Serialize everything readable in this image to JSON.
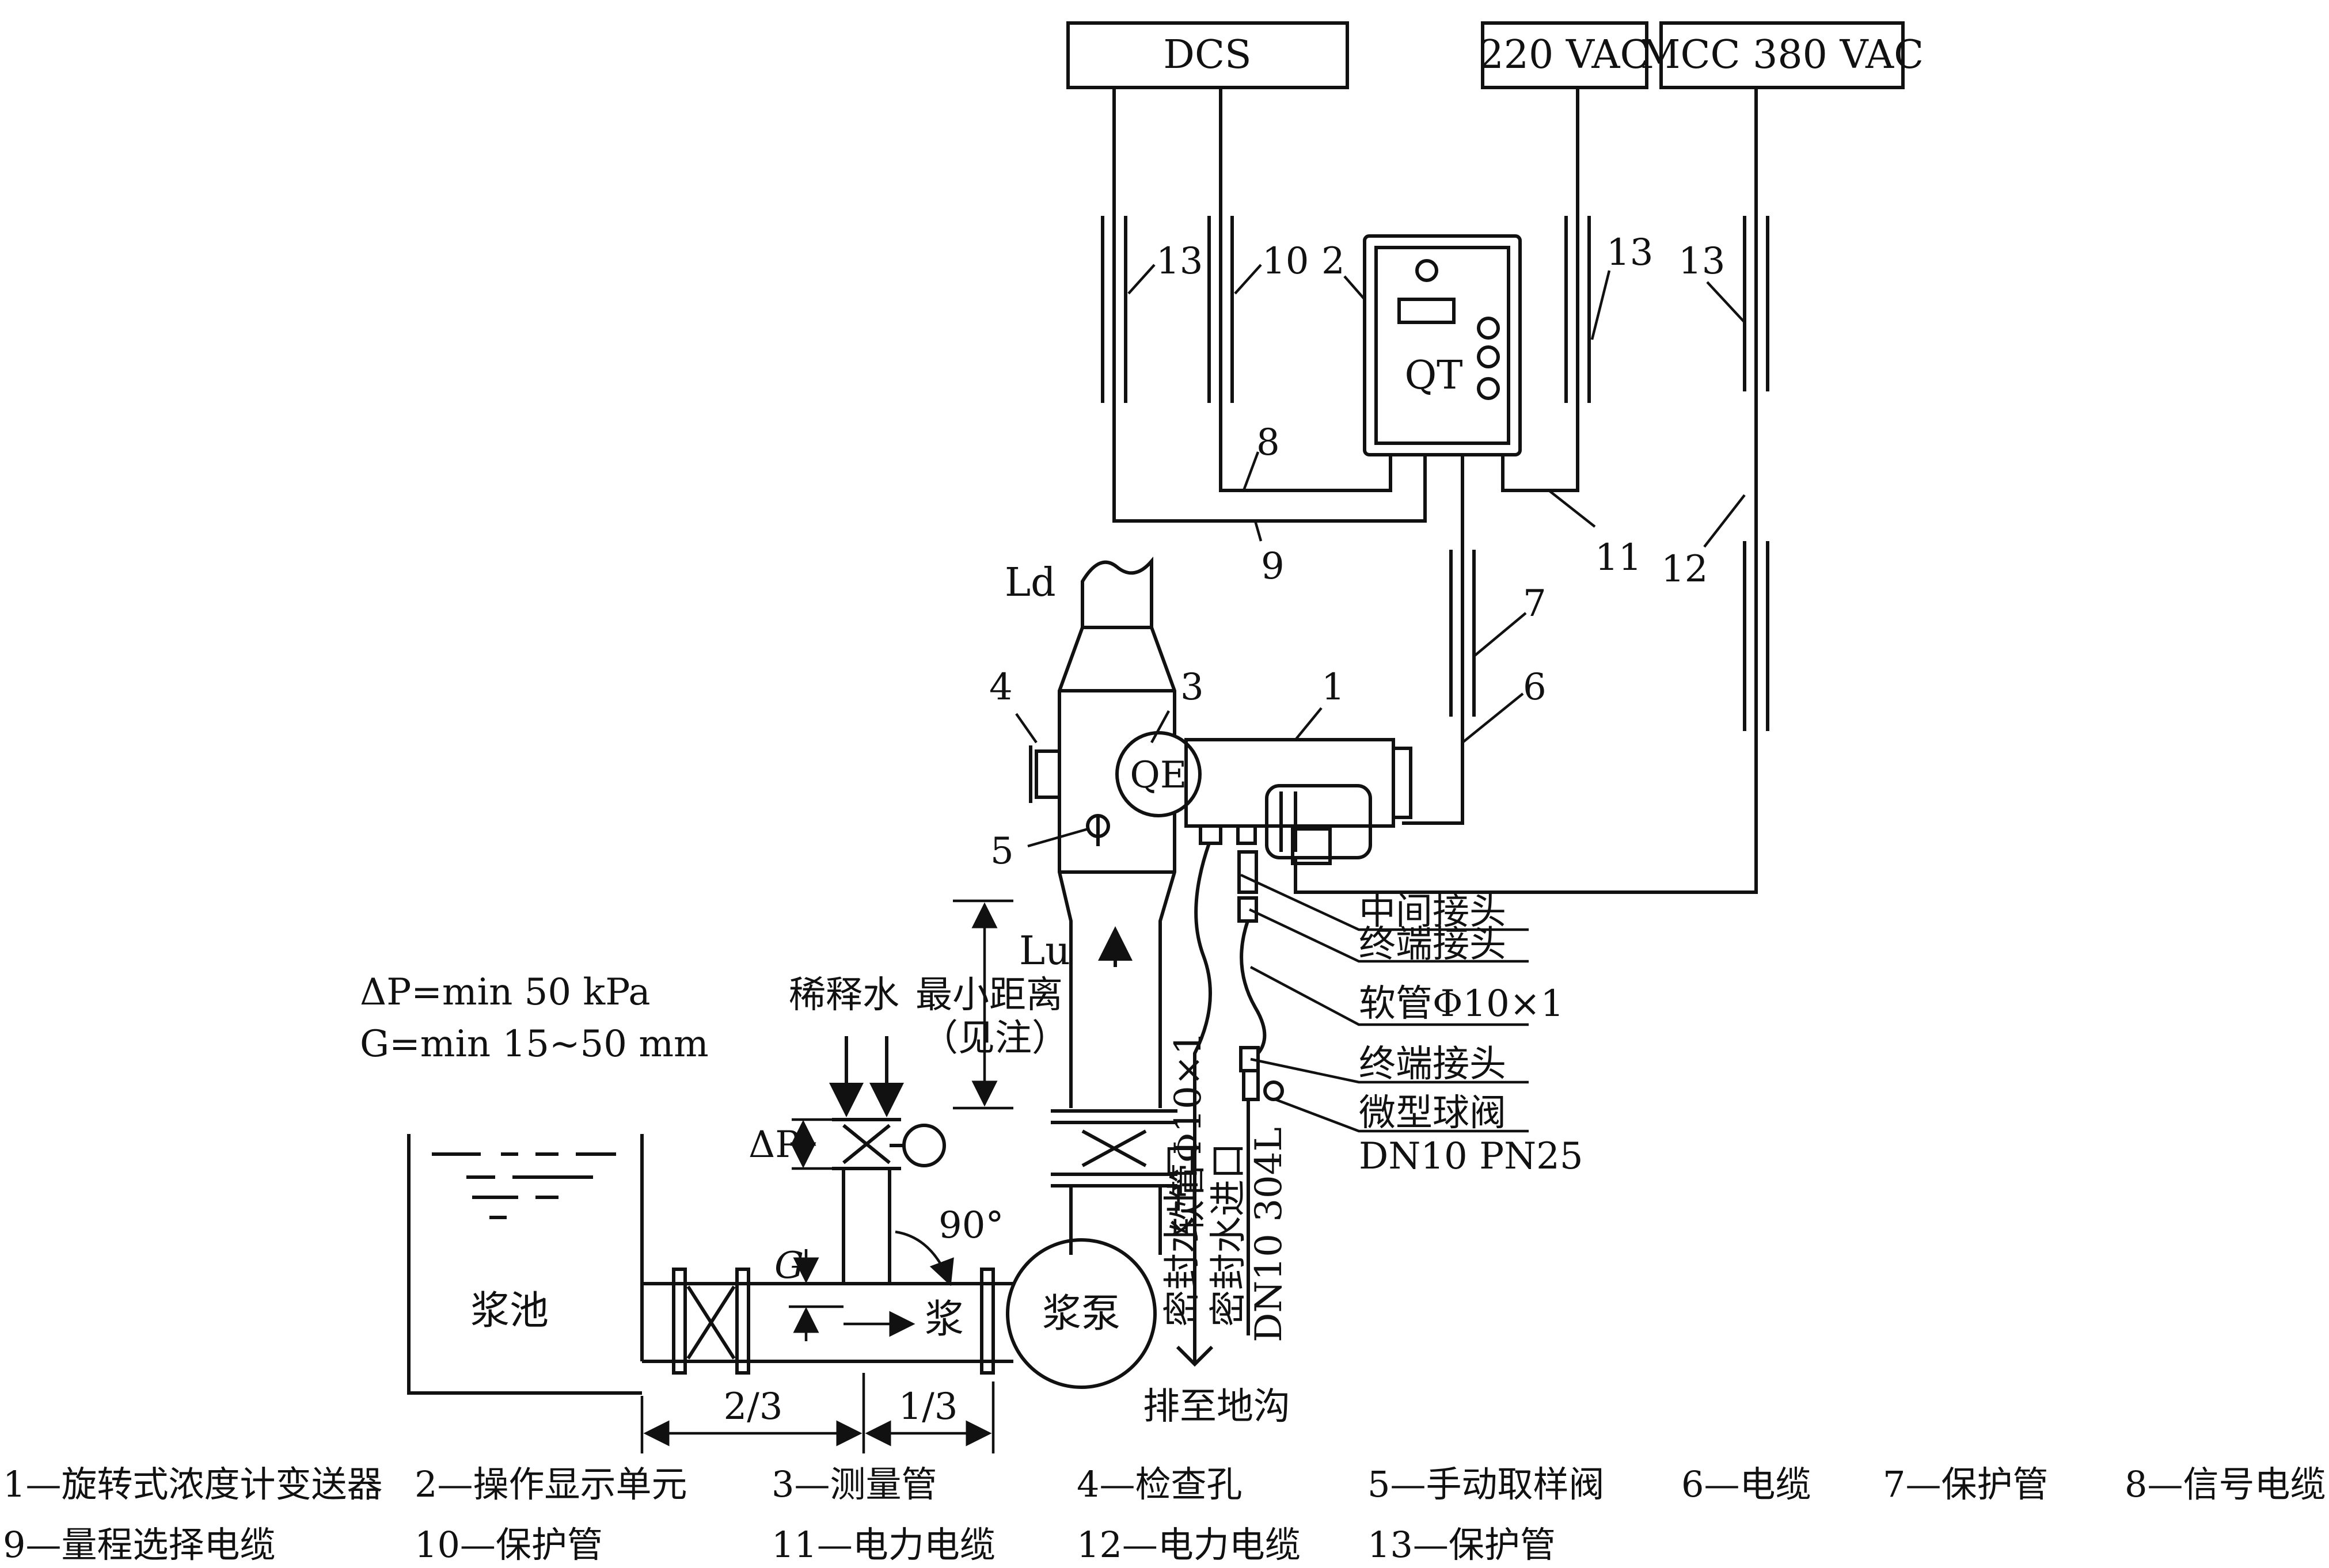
{
  "boxes": {
    "dcs": "DCS",
    "vac220": "220 VAC",
    "mcc": "MCC 380 VAC"
  },
  "unit_labels": {
    "qt": "QT",
    "qe": "QE",
    "ld": "Ld",
    "lu": "Lu",
    "pool": "浆池",
    "pump": "浆泵",
    "slurry": "浆"
  },
  "numbers": [
    "1",
    "2",
    "3",
    "4",
    "5",
    "6",
    "7",
    "8",
    "9",
    "10",
    "11",
    "12",
    "13"
  ],
  "annotations": {
    "dp_line": "ΔP=min 50 kPa",
    "g_line": "G=min 15~50 mm",
    "dilution": "稀释水",
    "min_distance": "最小距离",
    "see_note": "（见注）",
    "dp_symbol": "ΔP",
    "g_symbol": "G",
    "angle": "90°",
    "two_thirds": "2/3",
    "one_third": "1/3",
    "drain": "排至地沟",
    "hose_vertical": "软管Φ10×1",
    "seal_outlet": "密封水出口",
    "seal_inlet": "密封水进口",
    "dn_spec": "DN10 304L"
  },
  "callouts": {
    "mid_joint": "中间接头",
    "end_joint_1": "终端接头",
    "hose": "软管Φ10×1",
    "end_joint_2": "终端接头",
    "ball_valve": "微型球阀",
    "ball_valve_spec": "DN10 PN25"
  },
  "legend": [
    "1—旋转式浓度计变送器",
    "2—操作显示单元",
    "3—测量管",
    "4—检查孔",
    "5—手动取样阀",
    "6—电缆",
    "7—保护管",
    "8—信号电缆",
    "9—量程选择电缆",
    "10—保护管",
    "11—电力电缆",
    "12—电力电缆",
    "13—保护管"
  ]
}
